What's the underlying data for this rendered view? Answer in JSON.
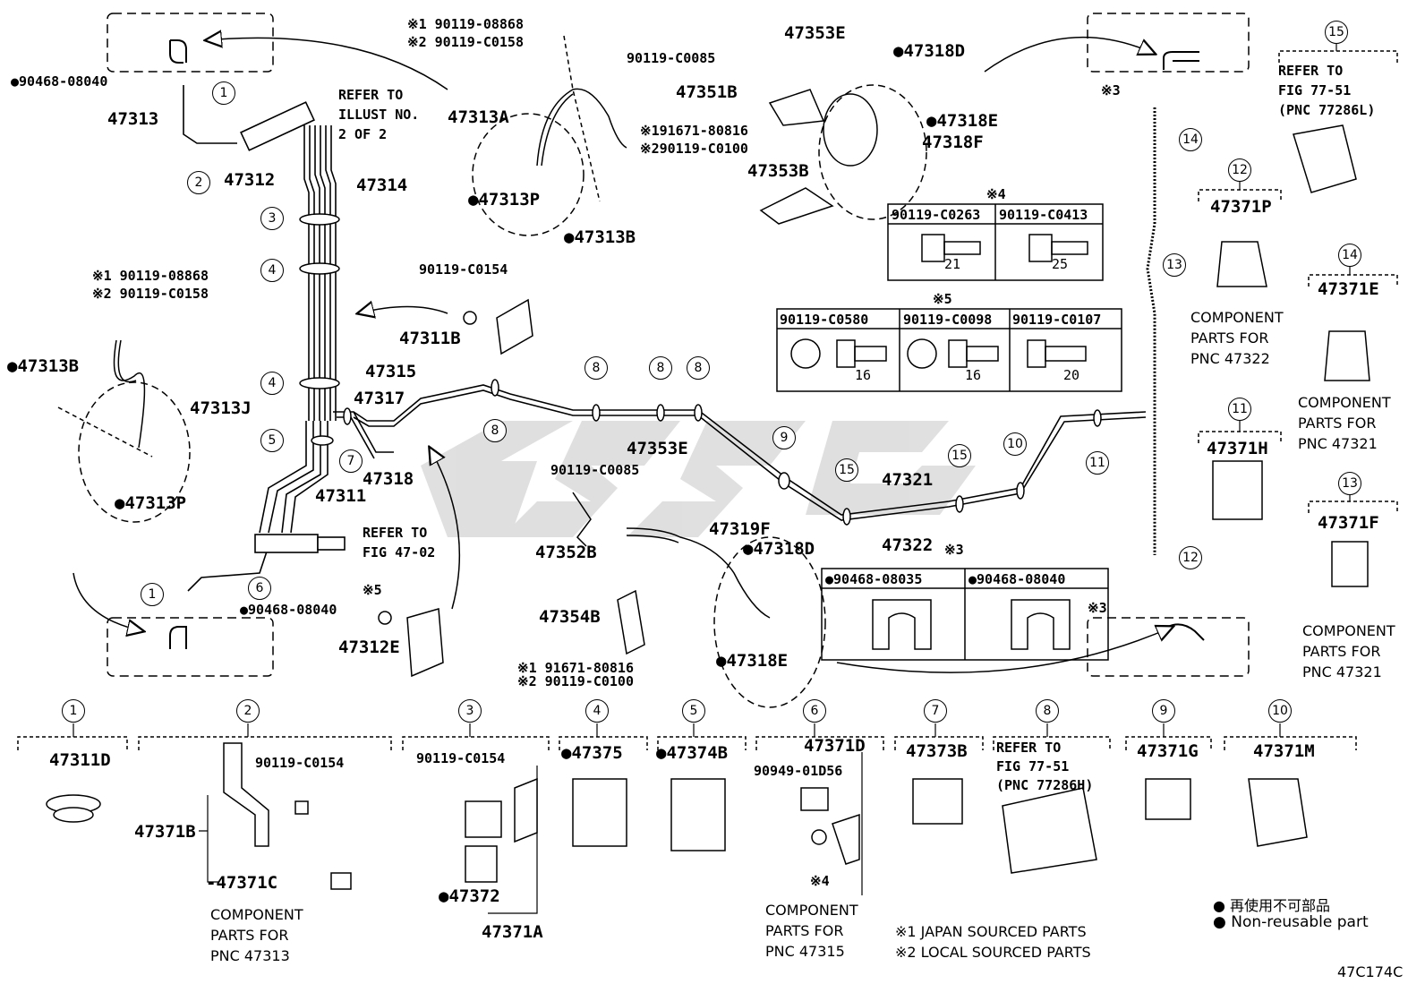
{
  "diagram_code": "47C174C",
  "legend": {
    "non_reusable_jp": "● 再使用不可部品",
    "non_reusable_en": "● Non-reusable part",
    "note1": "※1 JAPAN SOURCED PARTS",
    "note2": "※2 LOCAL SOURCED PARTS"
  },
  "callouts": [
    {
      "id": "c1a",
      "num": "1"
    },
    {
      "id": "c2a",
      "num": "2"
    },
    {
      "id": "c3a",
      "num": "3"
    },
    {
      "id": "c4a",
      "num": "4"
    },
    {
      "id": "c4b",
      "num": "4"
    },
    {
      "id": "c5a",
      "num": "5"
    },
    {
      "id": "c7a",
      "num": "7"
    },
    {
      "id": "c1b",
      "num": "1"
    },
    {
      "id": "c6a",
      "num": "6"
    },
    {
      "id": "c8a",
      "num": "8"
    },
    {
      "id": "c8b",
      "num": "8"
    },
    {
      "id": "c8c",
      "num": "8"
    },
    {
      "id": "c8d",
      "num": "8"
    },
    {
      "id": "c9a",
      "num": "9"
    },
    {
      "id": "c15a",
      "num": "15"
    },
    {
      "id": "c15b",
      "num": "15"
    },
    {
      "id": "c10a",
      "num": "10"
    },
    {
      "id": "c11a",
      "num": "11"
    },
    {
      "id": "c14a",
      "num": "14"
    },
    {
      "id": "c13a",
      "num": "13"
    },
    {
      "id": "c12a",
      "num": "12"
    }
  ],
  "main_labels": {
    "l_90468_08040_a": "●90468-08040",
    "l_47313": "47313",
    "l_refer_illust": "REFER TO",
    "l_refer_illust2": "ILLUST NO.",
    "l_refer_illust3": "2 OF 2",
    "l_47312": "47312",
    "l_47314": "47314",
    "l_47315": "47315",
    "l_47317": "47317",
    "l_47318": "47318",
    "l_47311": "47311",
    "l_refer_fig": "REFER TO",
    "l_refer_fig2": "FIG 47-02",
    "l_90468_08040_b": "●90468-08040",
    "l_x5_a": "※5",
    "l_47312e": "47312E",
    "l_x1_a": "※1 90119-08868",
    "l_x2_a": "※2 90119-C0158",
    "l_47313b_a": "●47313B",
    "l_47313j": "47313J",
    "l_47313p_a": "●47313P",
    "l_x1_b": "※1 90119-08868",
    "l_x2_b": "※2 90119-C0158",
    "l_47313a": "47313A",
    "l_47313p_b": "●47313P",
    "l_47313b_b": "●47313B",
    "l_90119_c0154_a": "90119-C0154",
    "l_47311b": "47311B",
    "l_47353e_a": "47353E",
    "l_90119_c0085_a": "90119-C0085",
    "l_47351b": "47351B",
    "l_x1_c": "※191671-80816",
    "l_x2_c": "※290119-C0100",
    "l_47353b": "47353B",
    "l_47318d_a": "●47318D",
    "l_47318e_a": "●47318E",
    "l_47318f": "47318F",
    "l_x4_hdr": "※4",
    "l_x5_hdr": "※5",
    "l_90119_c0085_b": "90119-C0085",
    "l_47353e_b": "47353E",
    "l_47352b": "47352B",
    "l_47319f": "47319F",
    "l_47354b": "47354B",
    "l_x1_d": "※1 91671-80816",
    "l_x2_d": "※2 90119-C0100",
    "l_47318d_b": "●47318D",
    "l_47318e_b": "●47318E",
    "l_47321": "47321",
    "l_47322": "47322",
    "l_x3_a": "※3",
    "l_x3_b": "※3",
    "l_x3_c": "※3"
  },
  "bolt_table_4": {
    "headers": [
      "90119-C0263",
      "90119-C0413"
    ],
    "dims": [
      "21",
      "25"
    ]
  },
  "bolt_table_5": {
    "headers": [
      "90119-C0580",
      "90119-C0098",
      "90119-C0107"
    ],
    "dims": [
      "16",
      "16",
      "20"
    ]
  },
  "clip_table_3": {
    "headers": [
      "●90468-08035",
      "●90468-08040"
    ]
  },
  "right_column": [
    {
      "id": "r15",
      "num": "15",
      "lines": [
        "REFER TO",
        "FIG 77-51",
        "(PNC 77286L)"
      ]
    },
    {
      "id": "r12",
      "num": "12",
      "part": "47371P",
      "comp": [
        "COMPONENT",
        "PARTS FOR",
        "PNC 47322"
      ]
    },
    {
      "id": "r14",
      "num": "14",
      "part": "47371E",
      "comp": [
        "COMPONENT",
        "PARTS FOR",
        "PNC 47321"
      ]
    },
    {
      "id": "r11",
      "num": "11",
      "part": "47371H"
    },
    {
      "id": "r13",
      "num": "13",
      "part": "47371F",
      "comp": [
        "COMPONENT",
        "PARTS FOR",
        "PNC 47321"
      ]
    }
  ],
  "bottom_row": [
    {
      "id": "b1",
      "num": "1",
      "part": "47311D"
    },
    {
      "id": "b2",
      "num": "2",
      "part": "47371B",
      "sub": "-47371C",
      "bolt": "90119-C0154",
      "comp": [
        "COMPONENT",
        "PARTS FOR",
        "PNC 47313"
      ]
    },
    {
      "id": "b3",
      "num": "3",
      "bolt": "90119-C0154",
      "part": "●47372",
      "sub": "47371A"
    },
    {
      "id": "b4",
      "num": "4",
      "part": "●47375"
    },
    {
      "id": "b5",
      "num": "5",
      "part": "●47374B"
    },
    {
      "id": "b6",
      "num": "6",
      "part": "47371D",
      "bolt": "90949-01D56",
      "note": "※4",
      "comp": [
        "COMPONENT",
        "PARTS FOR",
        "PNC 47315"
      ]
    },
    {
      "id": "b7",
      "num": "7",
      "part": "47373B"
    },
    {
      "id": "b8",
      "num": "8",
      "lines": [
        "REFER TO",
        "FIG 77-51",
        "(PNC 77286H)"
      ]
    },
    {
      "id": "b9",
      "num": "9",
      "part": "47371G"
    },
    {
      "id": "b10",
      "num": "10",
      "part": "47371M"
    }
  ]
}
